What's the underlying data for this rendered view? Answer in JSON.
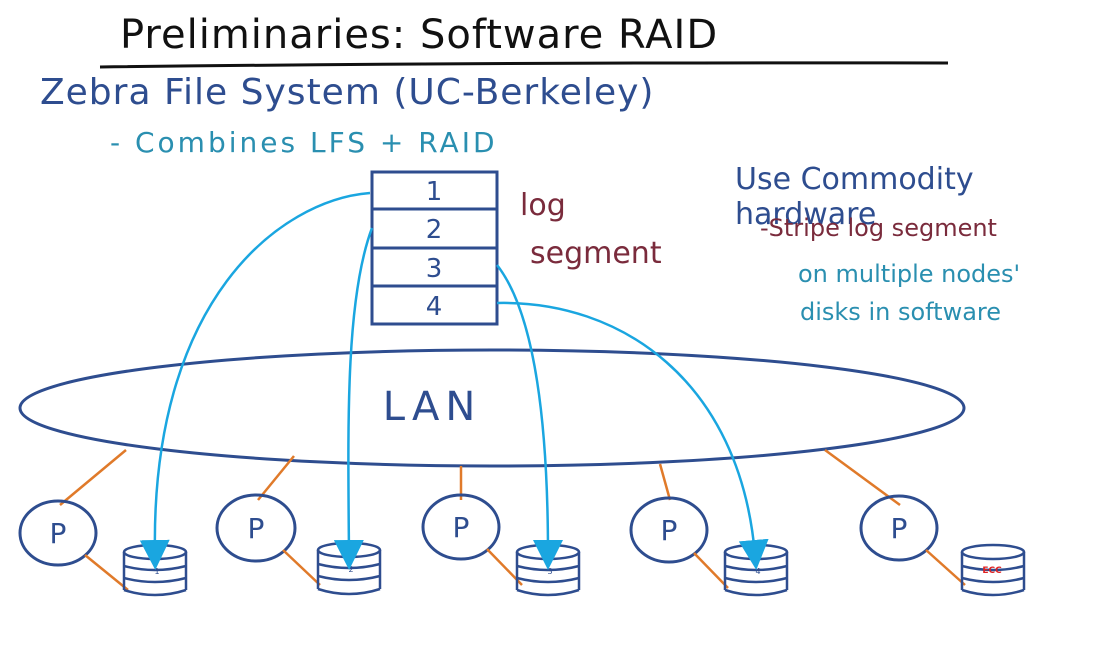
{
  "title": "Preliminaries: Software RAID",
  "zebra_line": "Zebra File System (UC-Berkeley)",
  "combines_line": "- Combines LFS + RAID",
  "log_label": "log",
  "segment_label": "segment",
  "commodity": {
    "heading": "Use Commodity hardware",
    "line1": "-Stripe log segment",
    "line2": "on multiple nodes'",
    "line3": "disks in software"
  },
  "log_segment_blocks": [
    "1",
    "2",
    "3",
    "4"
  ],
  "lan_label": "LAN",
  "nodes": [
    {
      "label": "P",
      "disk_label": "1"
    },
    {
      "label": "P",
      "disk_label": "2"
    },
    {
      "label": "P",
      "disk_label": "3"
    },
    {
      "label": "P",
      "disk_label": "4"
    },
    {
      "label": "P",
      "disk_label": "ECC"
    }
  ],
  "colors": {
    "title": "#111111",
    "blue_dark": "#2e4d8f",
    "teal": "#2a8fb0",
    "maroon": "#7a2b3c",
    "arrow": "#1aa6e0",
    "orange": "#e07a2a",
    "ecc_red": "#e02020"
  }
}
